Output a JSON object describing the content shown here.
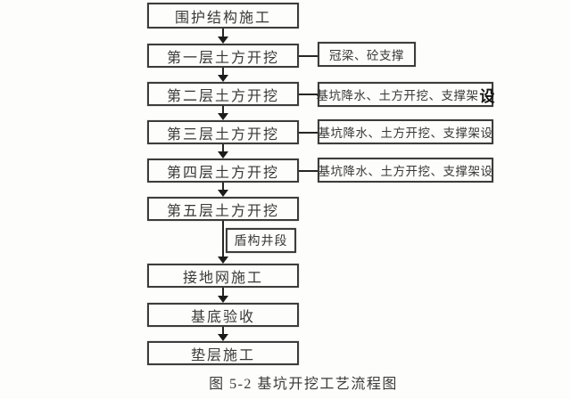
{
  "flowchart": {
    "nodes": [
      {
        "id": "enclosure-structure",
        "label": "围护结构施工"
      },
      {
        "id": "layer1-excavation",
        "label": "第一层土方开挖"
      },
      {
        "id": "layer2-excavation",
        "label": "第二层土方开挖"
      },
      {
        "id": "layer3-excavation",
        "label": "第三层土方开挖"
      },
      {
        "id": "layer4-excavation",
        "label": "第四层土方开挖"
      },
      {
        "id": "layer5-excavation",
        "label": "第五层土方开挖"
      },
      {
        "id": "grounding-grid",
        "label": "接地网施工"
      },
      {
        "id": "base-acceptance",
        "label": "基底验收"
      },
      {
        "id": "cushion-construction",
        "label": "垫层施工"
      }
    ],
    "side_notes": [
      {
        "attached_to": "第一层土方开挖",
        "label": "冠梁、砼支撑",
        "suffix": ""
      },
      {
        "attached_to": "第二层土方开挖",
        "label": "基坑降水、土方开挖、支撑架",
        "suffix": "设"
      },
      {
        "attached_to": "第三层土方开挖",
        "label": "基坑降水、土方开挖、支撑架设",
        "suffix": ""
      },
      {
        "attached_to": "第四层土方开挖",
        "label": "基坑降水、土方开挖、支撑架设",
        "suffix": ""
      }
    ],
    "branch_label": "盾构井段"
  },
  "caption": "图 5-2 基坑开挖工艺流程图",
  "colors": {
    "background": "#fdfdfb",
    "border": "#3c3c3c",
    "text": "#383838",
    "arrow": "#1c1c1c"
  }
}
